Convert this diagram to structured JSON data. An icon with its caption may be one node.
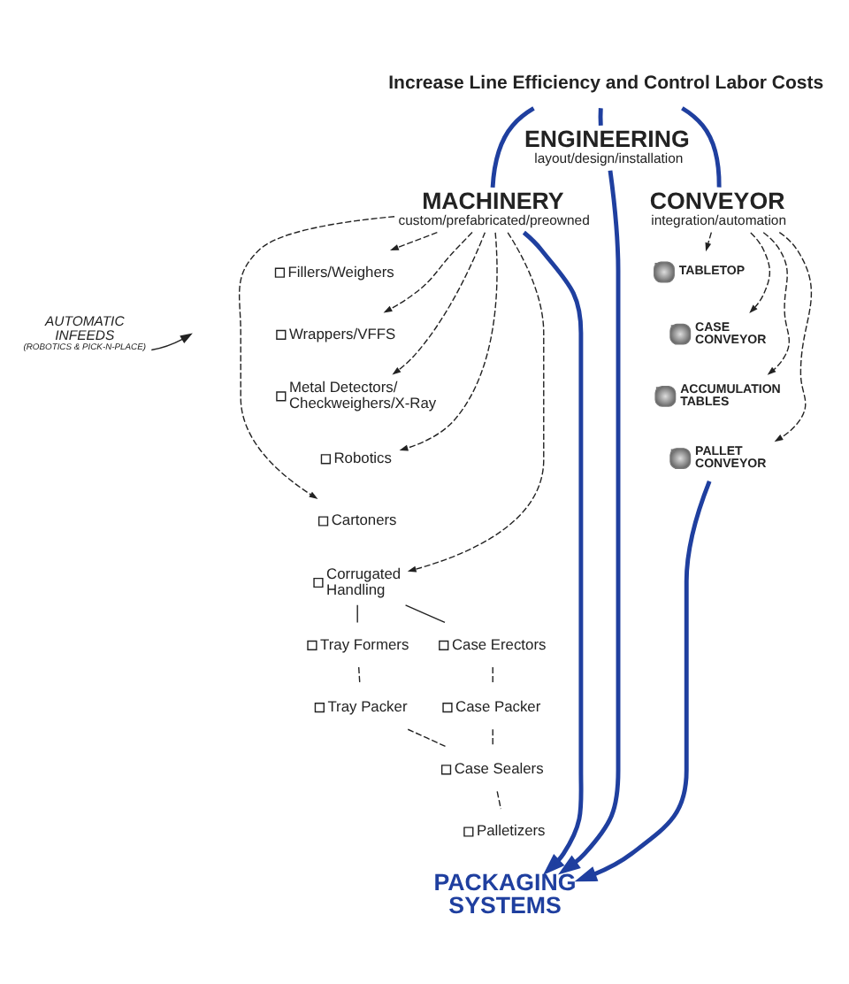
{
  "diagram": {
    "nodes": [
      {
        "text": [
          "Increase Line Efficiency and Control Labor Costs"
        ]
      },
      {
        "text": [
          "ENGINEERING",
          "layout/design/installation"
        ]
      },
      {
        "text": [
          "MACHINERY",
          "custom/prefabricated/preowned"
        ]
      },
      {
        "text": [
          "CONVEYOR",
          "integration/automation"
        ]
      },
      {
        "text": [
          "AUTOMATIC INFEEDS",
          "(ROBOTICS & PICK-N-PLACE)"
        ]
      },
      {
        "text": [
          "Fillers/Weighers"
        ]
      },
      {
        "text": [
          "Wrappers/VFFS"
        ]
      },
      {
        "text": [
          "Metal Detectors/ Checkweighers/X-Ray"
        ]
      },
      {
        "text": [
          "Robotics"
        ]
      },
      {
        "text": [
          "Cartoners"
        ]
      },
      {
        "text": [
          "Corrugated Handling"
        ]
      },
      {
        "text": [
          "Tray Formers"
        ]
      },
      {
        "text": [
          "Case Erectors"
        ]
      },
      {
        "text": [
          "Tray Packer"
        ]
      },
      {
        "text": [
          "Case Packer"
        ]
      },
      {
        "text": [
          "Case Sealers"
        ]
      },
      {
        "text": [
          "Palletizers"
        ]
      },
      {
        "text": [
          "TABLETOP"
        ]
      },
      {
        "text": [
          "CASE CONVEYOR"
        ]
      },
      {
        "text": [
          "ACCUMULATION TABLES"
        ]
      },
      {
        "text": [
          "PALLET CONVEYOR"
        ]
      },
      {
        "text": [
          "PACKAGING SYSTEMS"
        ]
      }
    ],
    "edges": [
      {
        "from": 0,
        "to": 1,
        "arrow": "none",
        "style": "thick",
        "color": "#1f3f9f"
      },
      {
        "from": 0,
        "to": 2,
        "arrow": "none",
        "style": "thick",
        "color": "#1f3f9f"
      },
      {
        "from": 0,
        "to": 3,
        "arrow": "none",
        "style": "thick",
        "color": "#1f3f9f"
      },
      {
        "from": 2,
        "to": 5,
        "arrow": "to",
        "style": "dashed"
      },
      {
        "from": 2,
        "to": 6,
        "arrow": "to",
        "style": "dashed"
      },
      {
        "from": 2,
        "to": 7,
        "arrow": "to",
        "style": "dashed"
      },
      {
        "from": 2,
        "to": 8,
        "arrow": "to",
        "style": "dashed"
      },
      {
        "from": 2,
        "to": 9,
        "arrow": "to",
        "style": "dashed"
      },
      {
        "from": 2,
        "to": 10,
        "arrow": "to",
        "style": "dashed"
      },
      {
        "from": 4,
        "to": null,
        "arrow": "to"
      },
      {
        "from": 3,
        "to": 17,
        "arrow": "to",
        "style": "dashed"
      },
      {
        "from": 3,
        "to": 18,
        "arrow": "to",
        "style": "dashed"
      },
      {
        "from": 3,
        "to": 19,
        "arrow": "to",
        "style": "dashed"
      },
      {
        "from": 3,
        "to": 20,
        "arrow": "to",
        "style": "dashed"
      },
      {
        "from": 10,
        "to": 11,
        "arrow": "none"
      },
      {
        "from": 10,
        "to": 12,
        "arrow": "none"
      },
      {
        "from": 11,
        "to": 13,
        "arrow": "none",
        "style": "dashed"
      },
      {
        "from": 12,
        "to": 14,
        "arrow": "none",
        "style": "dashed"
      },
      {
        "from": 13,
        "to": 15,
        "arrow": "none",
        "style": "dashed"
      },
      {
        "from": 14,
        "to": 15,
        "arrow": "none",
        "style": "dashed"
      },
      {
        "from": 15,
        "to": 16,
        "arrow": "none",
        "style": "dashed"
      },
      {
        "from": 1,
        "to": 21,
        "arrow": "to",
        "style": "thick",
        "color": "#1f3f9f"
      },
      {
        "from": 2,
        "to": 21,
        "arrow": "to",
        "style": "thick",
        "color": "#1f3f9f"
      },
      {
        "from": 20,
        "to": 21,
        "arrow": "to",
        "style": "thick",
        "color": "#1f3f9f"
      }
    ]
  }
}
